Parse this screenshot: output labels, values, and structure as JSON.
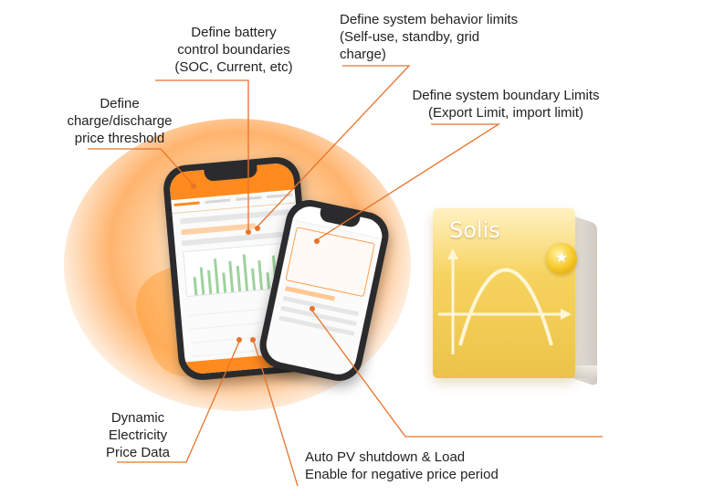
{
  "labels": {
    "battery": [
      "Define battery",
      "control boundaries",
      "(SOC, Current, etc)"
    ],
    "behavior": [
      "Define system behavior limits",
      "(Self-use, standby, grid",
      "charge)"
    ],
    "boundary": [
      "Define system boundary Limits",
      "(Export Limit, import limit)"
    ],
    "price_threshold": [
      "Define",
      "charge/discharge",
      "price threshold"
    ],
    "dynamic_price": [
      "Dynamic",
      "Electricity",
      "Price Data"
    ],
    "auto_pv": [
      "Auto PV shutdown & Load",
      "Enable for negative price period"
    ]
  },
  "brand": "Solis",
  "icons": [
    "star-coin-icon",
    "sine-curve-icon"
  ],
  "colors": {
    "accent": "#ff8a1e",
    "leader_line": "#e8732a",
    "card_gold": "#f6d35e"
  }
}
